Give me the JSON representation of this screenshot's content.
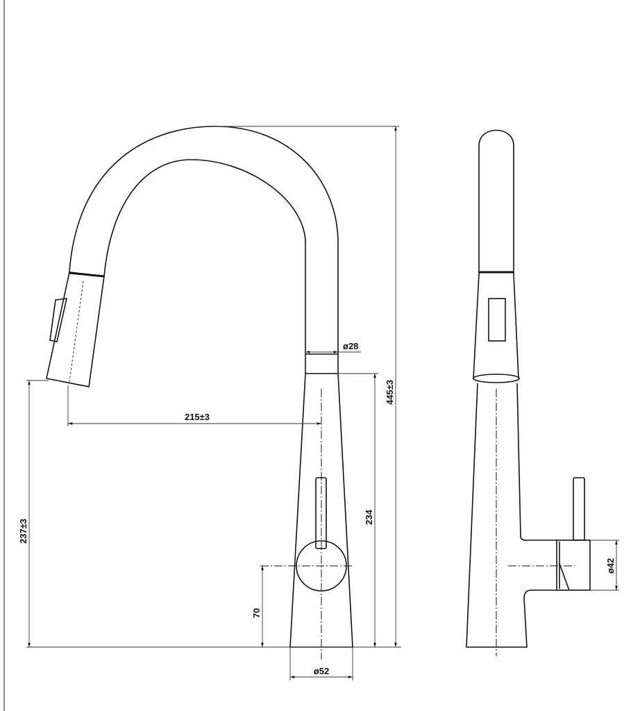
{
  "drawing": {
    "front_view": {
      "dimensions": {
        "overall_height": "445±3",
        "spout_reach": "215±3",
        "spout_outlet_height": "237±3",
        "body_height": "234",
        "handle_axis_height": "70",
        "pipe_diameter": "ø28",
        "base_diameter": "ø52"
      }
    },
    "side_view": {
      "dimensions": {
        "handle_diameter": "ø42"
      }
    },
    "line_color": "#111111"
  }
}
